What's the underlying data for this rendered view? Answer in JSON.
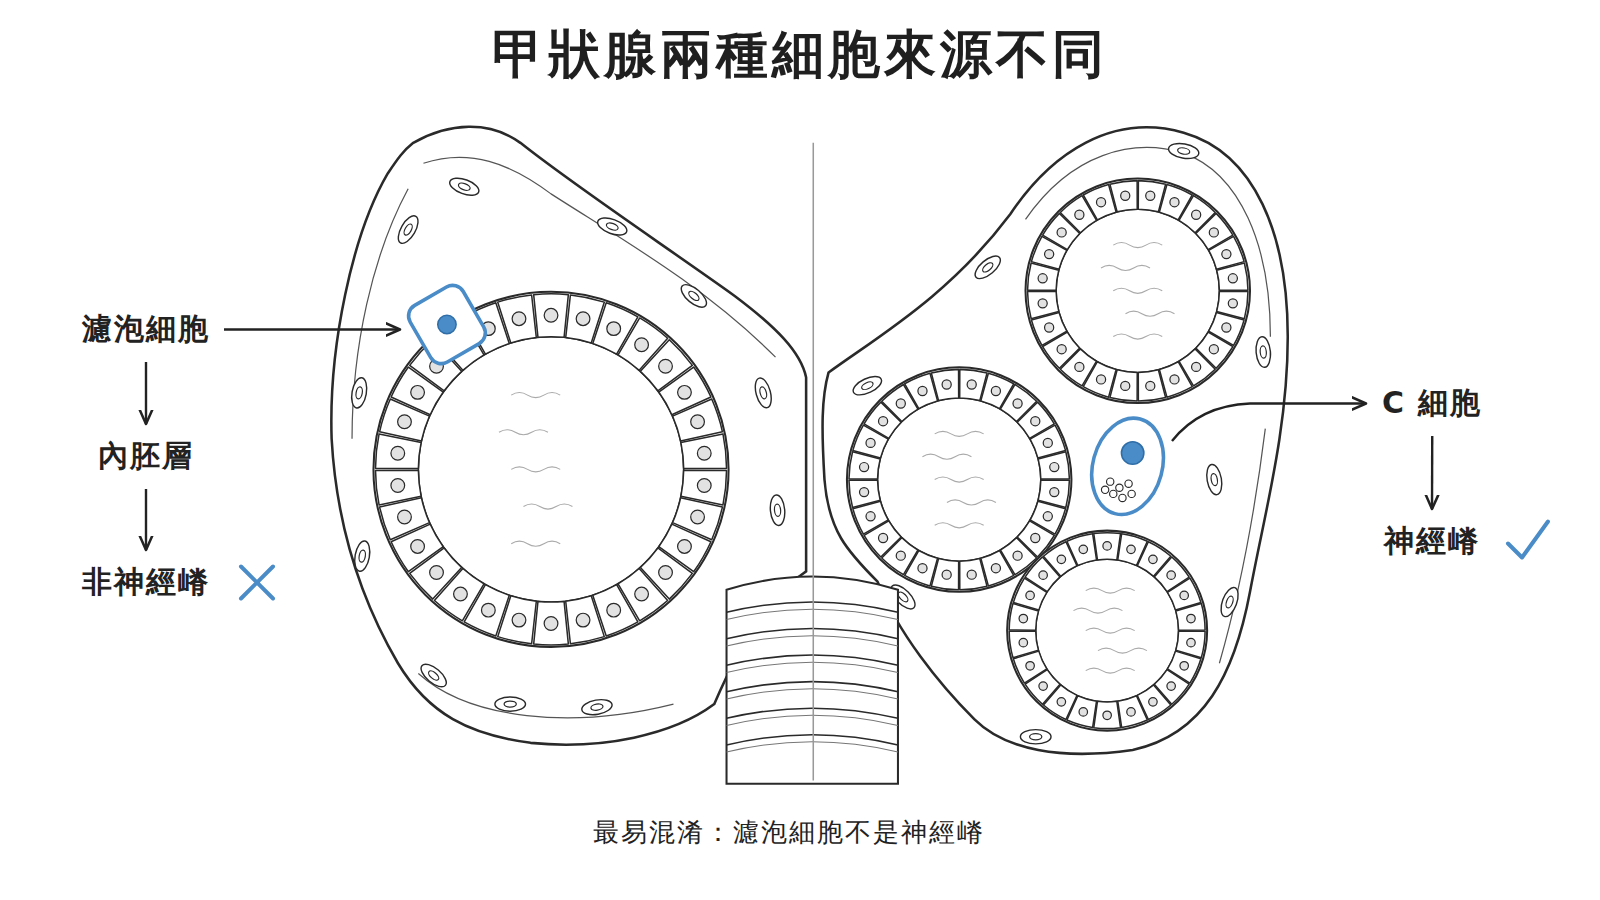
{
  "diagram": {
    "title": "甲狀腺兩種細胞來源不同",
    "caption": "最易混淆：濾泡細胞不是神經嵴",
    "nodes": [
      {
        "text": [
          "濾泡細胞"
        ]
      },
      {
        "text": [
          "內胚層"
        ]
      },
      {
        "text": [
          "非神經嵴"
        ]
      },
      {
        "text": [
          "C 細胞"
        ]
      },
      {
        "text": [
          "神經嵴"
        ]
      }
    ],
    "edges": [
      {
        "from": 0,
        "to": 1,
        "arrow": "to"
      },
      {
        "from": 1,
        "to": 2,
        "arrow": "to"
      },
      {
        "from": 3,
        "to": 4,
        "arrow": "to"
      }
    ]
  }
}
